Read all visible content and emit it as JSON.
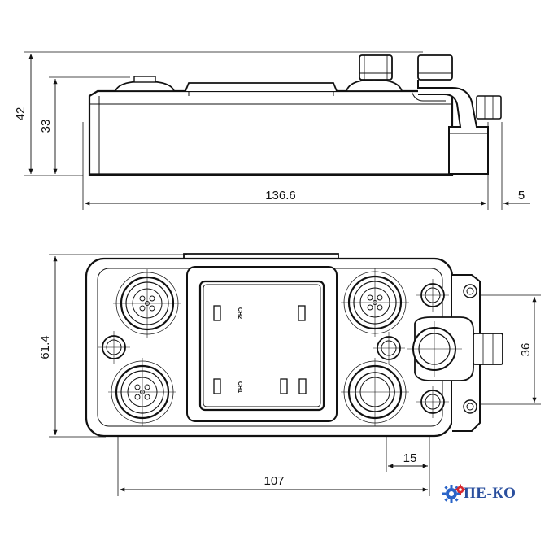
{
  "dimensions": {
    "side_height_total": "42",
    "side_height_body": "33",
    "side_length": "136.6",
    "side_offset": "5",
    "top_width": "61.4",
    "top_spacing_right": "36",
    "top_spacing_small": "15",
    "top_length": "107"
  },
  "channels": {
    "ch2": "CH2",
    "ch1": "CH1"
  },
  "logo": {
    "text": "ПЕ-КО",
    "colors": {
      "gear_blue": "#2a64c8",
      "gear_red": "#d8282f",
      "text": "#2a4f9e"
    }
  }
}
